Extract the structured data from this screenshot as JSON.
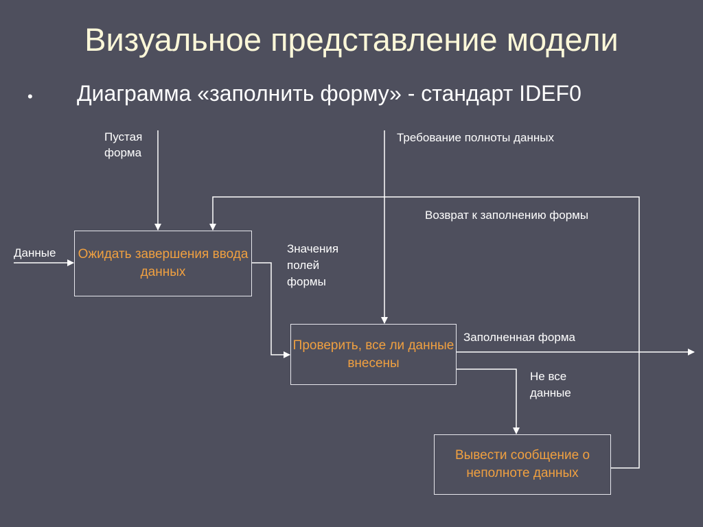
{
  "title": "Визуальное представление модели",
  "subtitle": "Диаграмма «заполнить форму» - стандарт IDEF0",
  "bullet": "•",
  "boxes": {
    "wait": "Ожидать завершения ввода данных",
    "check": "Проверить, все ли данные внесены",
    "message": "Вывести сообщение о неполноте данных"
  },
  "labels": {
    "input_data": "Данные",
    "empty_form_1": "Пустая",
    "empty_form_2": "форма",
    "requirement": "Требование полноты данных",
    "return": "Возврат к заполнению формы",
    "values_1": "Значения",
    "values_2": "полей",
    "values_3": "формы",
    "filled_form": "Заполненная форма",
    "not_all_1": "Не все",
    "not_all_2": "данные"
  },
  "colors": {
    "box_text": "#f0a040",
    "background": "#4e4f5d"
  }
}
